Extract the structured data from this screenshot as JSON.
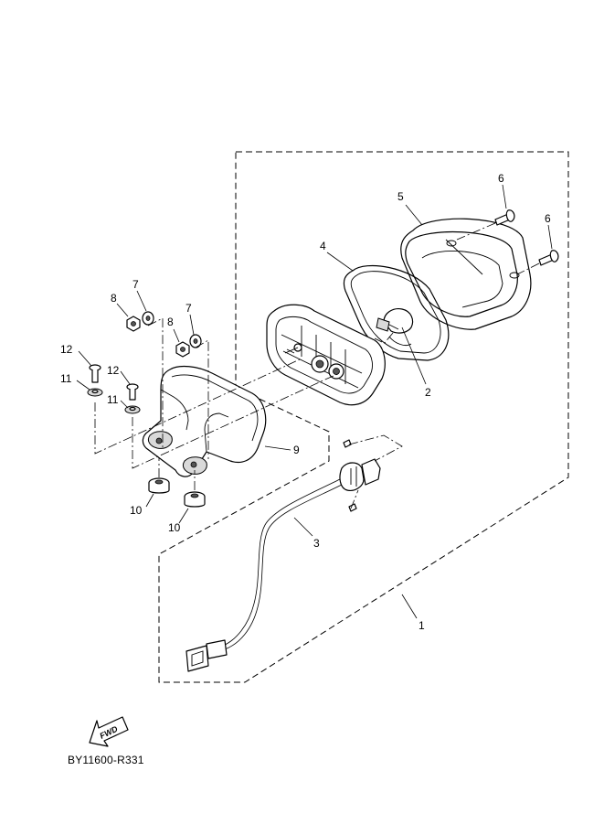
{
  "reference_code": "BY11600-R331",
  "fwd_arrow_text": "FWD",
  "callouts": [
    "1",
    "2",
    "3",
    "4",
    "5",
    "6",
    "6",
    "7",
    "7",
    "8",
    "8",
    "9",
    "10",
    "10",
    "11",
    "11",
    "12",
    "12"
  ]
}
